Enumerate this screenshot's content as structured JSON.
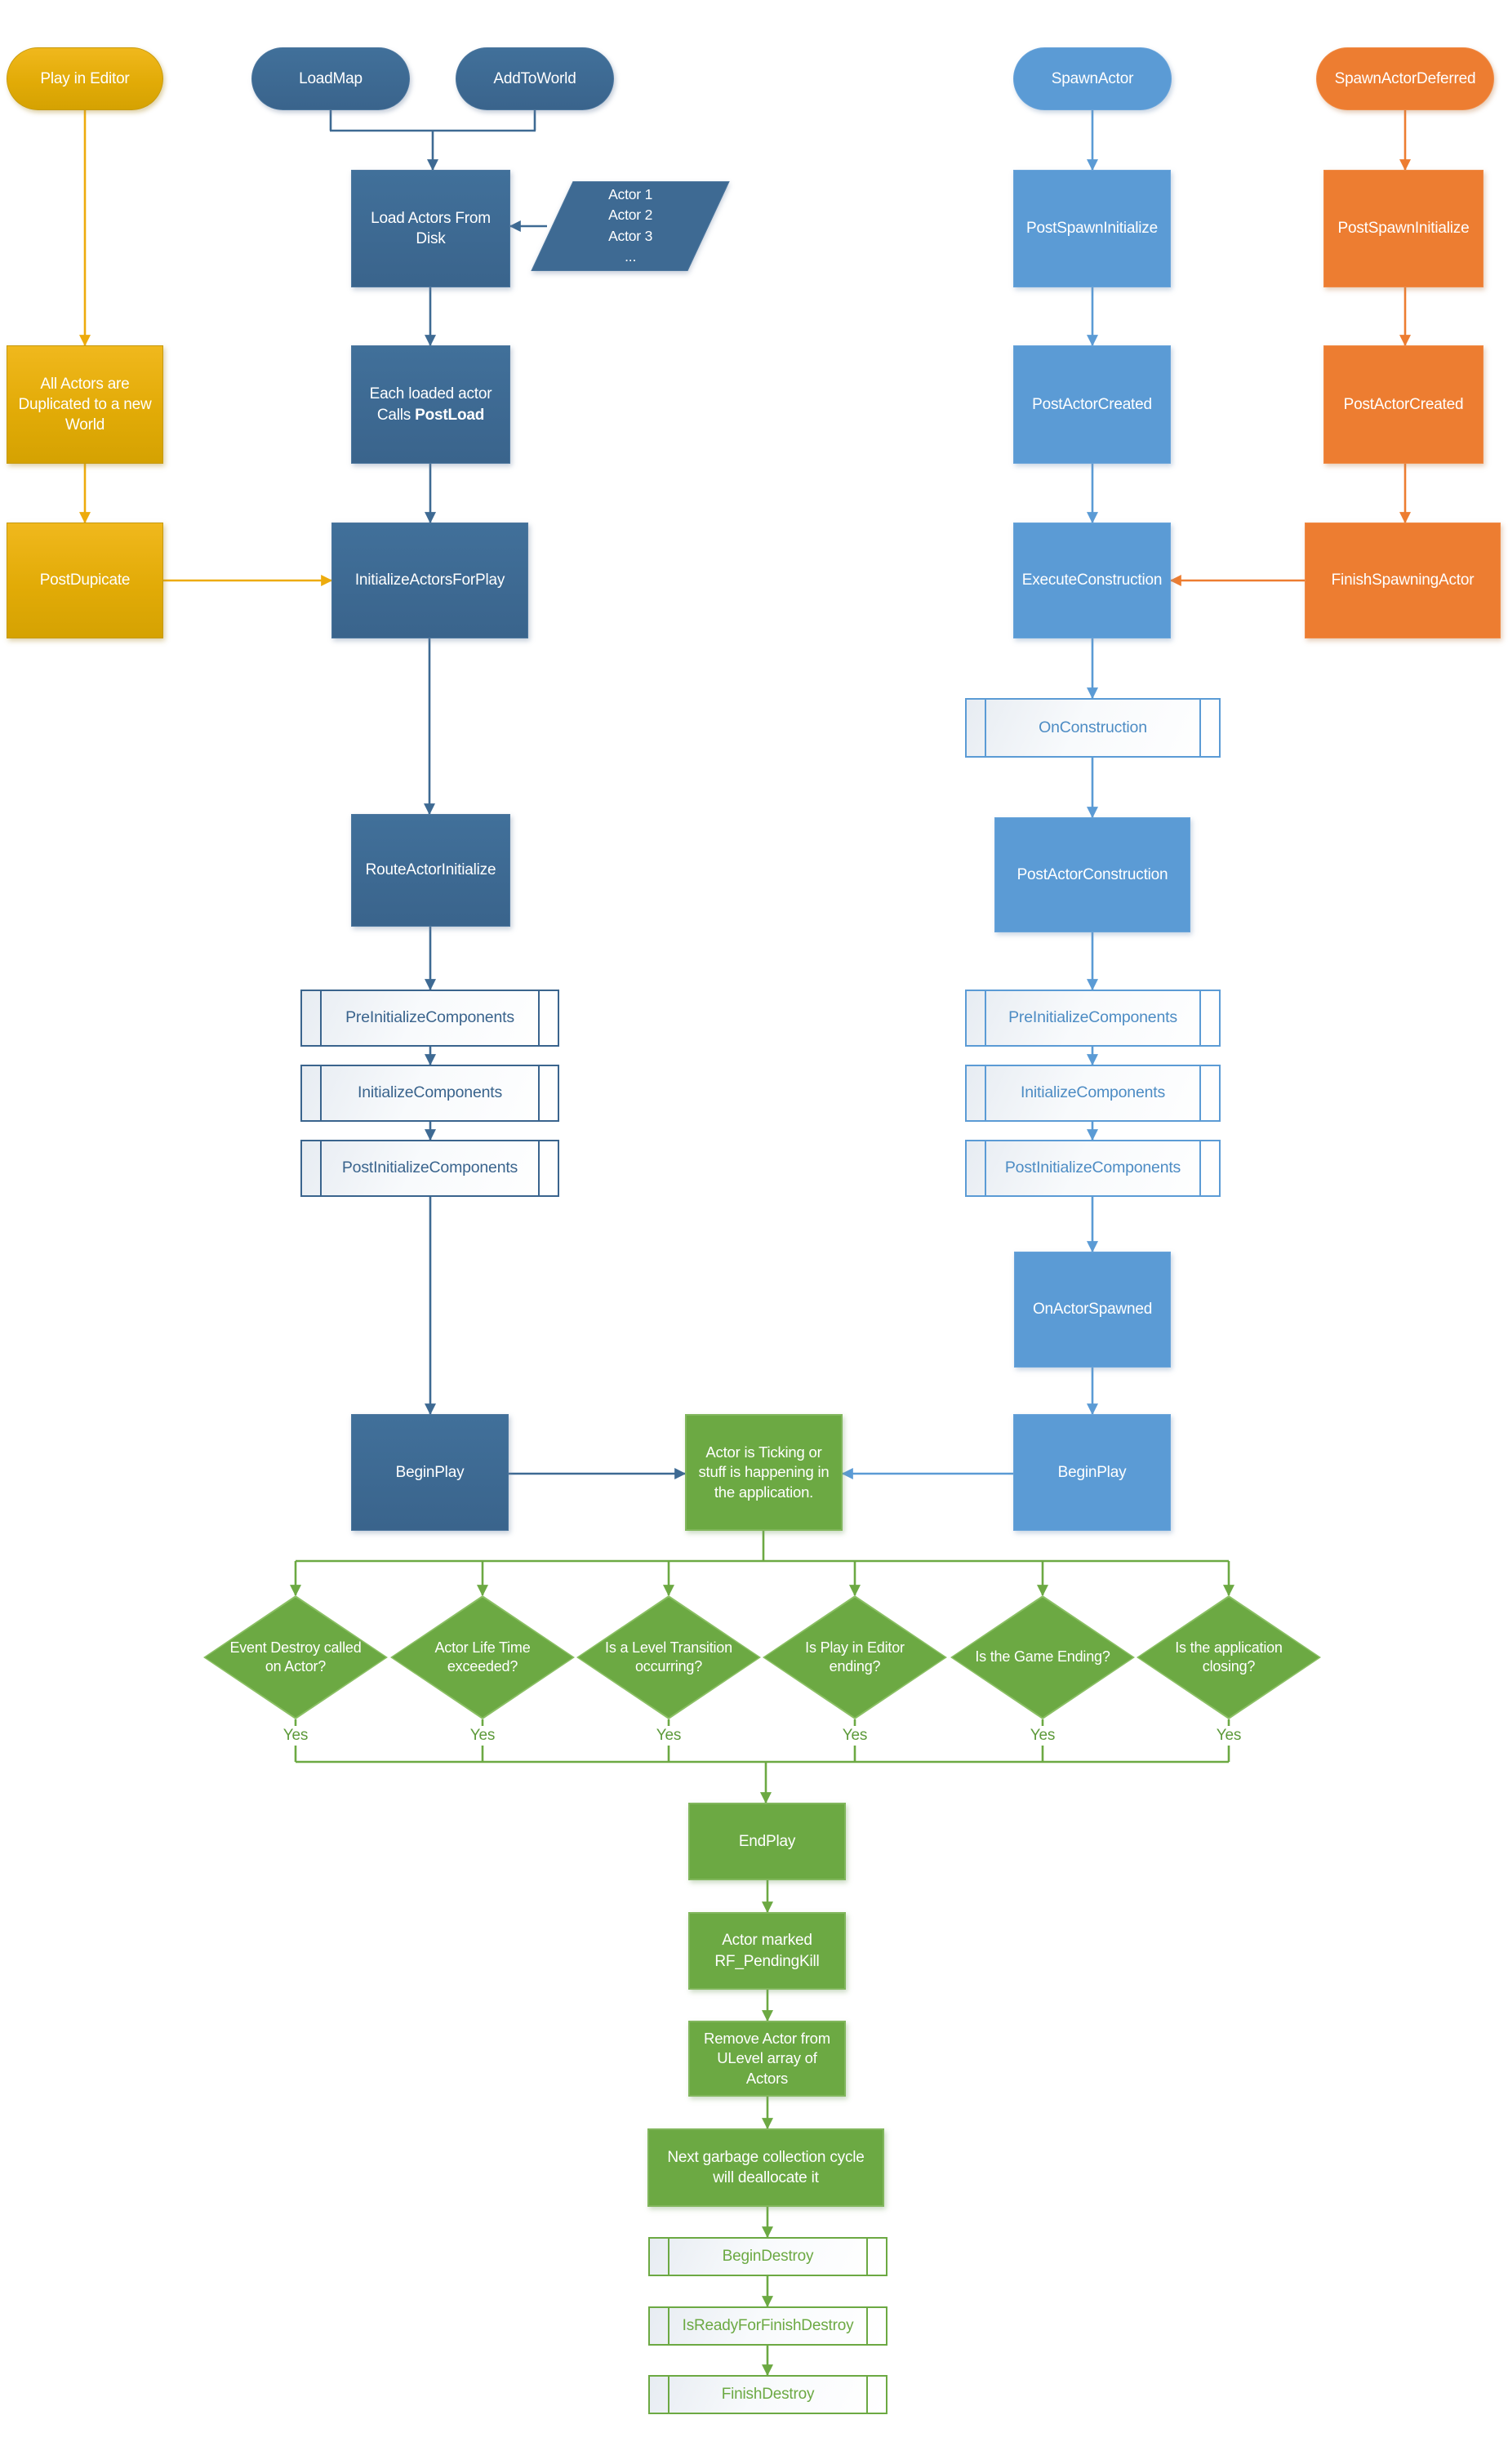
{
  "colors": {
    "yellow": "#E2AB07",
    "dark_blue": "#3E6A93",
    "medium_blue": "#5B9BD5",
    "orange": "#ED7D31",
    "green": "#6CA943"
  },
  "terminators": {
    "play_in_editor": "Play in Editor",
    "load_map": "LoadMap",
    "add_to_world": "AddToWorld",
    "spawn_actor": "SpawnActor",
    "spawn_actor_deferred": "SpawnActorDeferred"
  },
  "editor_flow": {
    "all_actors_duplicated": "All Actors are Duplicated to a new World",
    "post_dupicate": "PostDupicate"
  },
  "load_flow": {
    "load_actors_from_disk": "Load Actors From Disk",
    "actor_list": [
      "Actor 1",
      "Actor 2",
      "Actor 3",
      "..."
    ],
    "each_loaded_actor": {
      "line1": "Each loaded actor",
      "calls_prefix": "Calls ",
      "post_load": "PostLoad"
    },
    "initialize_actors_for_play": "InitializeActorsForPlay",
    "route_actor_initialize": "RouteActorInitialize",
    "pre_initialize_components": "PreInitializeComponents",
    "initialize_components": "InitializeComponents",
    "post_initialize_components": "PostInitializeComponents",
    "begin_play": "BeginPlay"
  },
  "spawn_flow": {
    "post_spawn_initialize": "PostSpawnInitialize",
    "post_actor_created": "PostActorCreated",
    "execute_construction": "ExecuteConstruction",
    "on_construction": "OnConstruction",
    "post_actor_construction": "PostActorConstruction",
    "pre_initialize_components": "PreInitializeComponents",
    "initialize_components": "InitializeComponents",
    "post_initialize_components": "PostInitializeComponents",
    "on_actor_spawned": "OnActorSpawned",
    "begin_play": "BeginPlay"
  },
  "deferred_flow": {
    "post_spawn_initialize": "PostSpawnInitialize",
    "post_actor_created": "PostActorCreated",
    "finish_spawning_actor": "FinishSpawningActor"
  },
  "runtime": {
    "ticking_text": "Actor is Ticking or stuff is happening in the application."
  },
  "end_conditions": {
    "yes_label": "Yes",
    "diamonds": [
      "Event Destroy called on Actor?",
      "Actor Life Time exceeded?",
      "Is a Level Transition occurring?",
      "Is Play in Editor ending?",
      "Is the Game Ending?",
      "Is the application closing?"
    ]
  },
  "destroy_flow": {
    "end_play": "EndPlay",
    "actor_marked": "Actor marked RF_PendingKill",
    "remove_actor": "Remove Actor from ULevel array of Actors",
    "next_gc": "Next garbage collection cycle will deallocate it",
    "begin_destroy": "BeginDestroy",
    "is_ready_for_finish_destroy": "IsReadyForFinishDestroy",
    "finish_destroy": "FinishDestroy"
  }
}
